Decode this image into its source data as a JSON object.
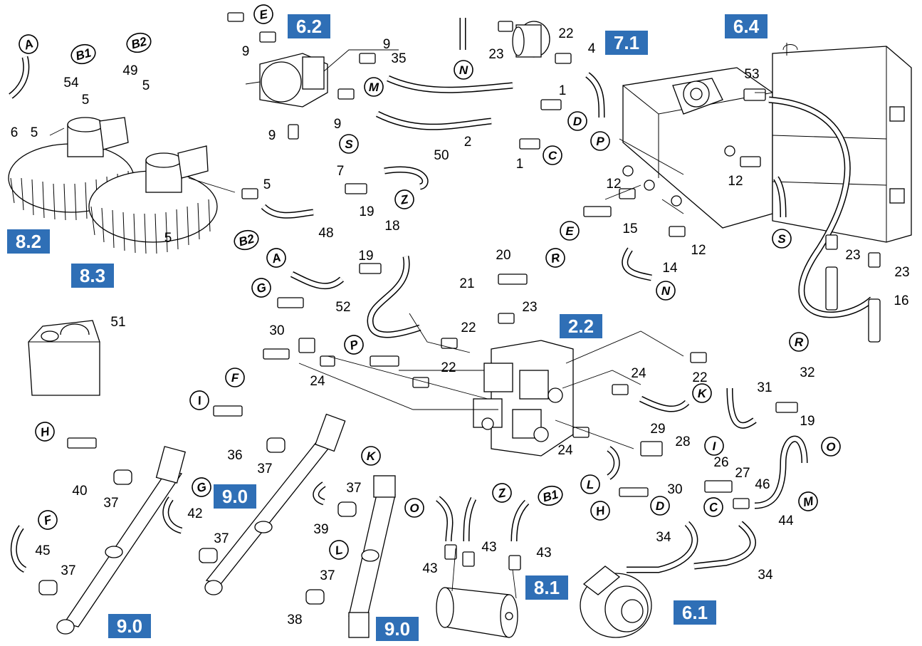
{
  "sections": [
    "6.2",
    "7.1",
    "6.4",
    "8.2",
    "8.3",
    "2.2",
    "9.0",
    "9.0",
    "9.0",
    "8.1",
    "6.1"
  ],
  "connectors": [
    "A",
    "B1",
    "B2",
    "E",
    "M",
    "D",
    "C",
    "S",
    "Z",
    "N",
    "P",
    "E",
    "R",
    "S",
    "N",
    "B2",
    "A",
    "G",
    "F",
    "P",
    "K",
    "I",
    "R",
    "I",
    "H",
    "G",
    "K",
    "F",
    "L",
    "L",
    "O",
    "Z",
    "B1",
    "H",
    "D",
    "C",
    "M",
    "O"
  ],
  "part_numbers": [
    "6",
    "5",
    "54",
    "5",
    "49",
    "5",
    "9",
    "9",
    "35",
    "1",
    "9",
    "9",
    "2",
    "1",
    "7",
    "23",
    "22",
    "4",
    "53",
    "5",
    "50",
    "19",
    "48",
    "5",
    "12",
    "15",
    "12",
    "12",
    "14",
    "18",
    "19",
    "20",
    "21",
    "23",
    "52",
    "30",
    "24",
    "22",
    "22",
    "22",
    "24",
    "31",
    "32",
    "19",
    "24",
    "29",
    "28",
    "26",
    "27",
    "46",
    "30",
    "44",
    "23",
    "23",
    "16",
    "51",
    "36",
    "37",
    "40",
    "37",
    "42",
    "37",
    "45",
    "37",
    "37",
    "39",
    "37",
    "38",
    "43",
    "43",
    "43",
    "34",
    "34"
  ]
}
